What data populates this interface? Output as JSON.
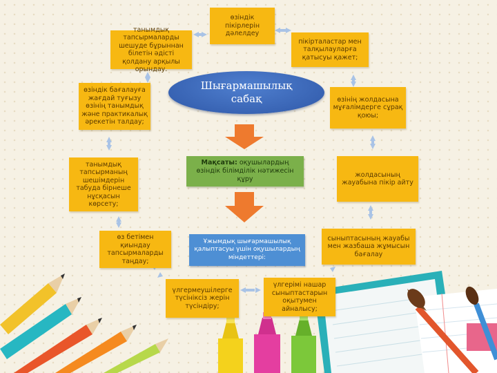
{
  "center": {
    "line1": "Шығармашылық",
    "line2": "сабақ"
  },
  "goal": {
    "label": "Мақсаты:",
    "text": " оқушылардың өзіндік білімділік нәтижесін құру"
  },
  "tasks": {
    "text": "Ұжымдық шығармашылық қалыптасуы үшін оқушылардың міндеттері:"
  },
  "nodes": [
    "өзіндік пікірлерін дәлелдеу",
    "пікірталастар мен талқылауларға қатысуы қажет;",
    "өзінің жолдасына мұғалімдерге сұрақ қоюы;",
    "жолдасының жауабына пікір айту",
    "сыныптасының жауабы мен жазбаша жұмысын бағалау",
    "үлгерімі нашар сыныптастарын оқытумен айналысу;",
    "үлгермеушілерге түсініксіз жерін түсіндіру;",
    "өз бетімен қиындау тапсырмаларды таңдау;",
    "танымдық тапсырманың шешімдерін табуда бірнеше нұсқасын көрсету;",
    "өзіндік бағалауға жағдай туғызу өзінің танымдық және практикалық әрекетін талдау;",
    "танымдық тапсырмаларды шешуде бұрыннан білетін әдісті қолдану арқылы орындау."
  ],
  "colors": {
    "node": "#f7b812",
    "goal": "#7bb04a",
    "tasks": "#4e8fd4",
    "center": "#2f58a8",
    "arrow": "#ee7a2e",
    "connector": "#a9c3e6"
  }
}
